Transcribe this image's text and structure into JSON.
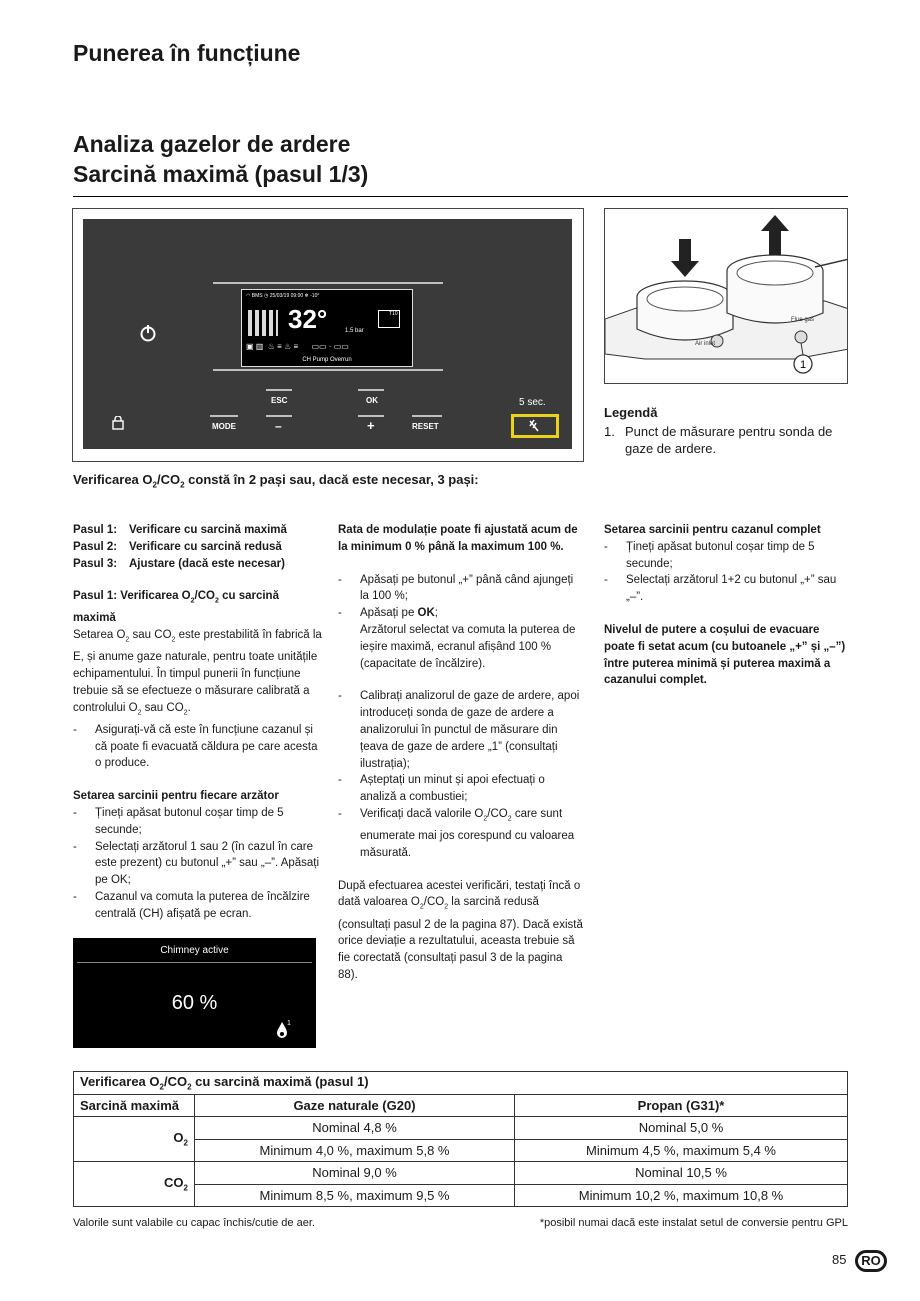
{
  "header": {
    "title": "Punerea în funcțiune"
  },
  "section": {
    "title_line1": "Analiza gazelor de ardere",
    "title_line2": "Sarcină maximă (pasul 1/3)"
  },
  "panel": {
    "lcd": {
      "status_top": "BMS",
      "datetime": "25/03/19 09:00",
      "outdoor": "-10°",
      "temp": "32°",
      "pressure": "1.5 bar",
      "code": "T10",
      "message": "CH Pump Overrun"
    },
    "buttons": {
      "mode": "MODE",
      "esc": "ESC",
      "minus": "–",
      "ok": "OK",
      "plus": "+",
      "reset": "RESET"
    },
    "hint": "5 sec."
  },
  "figure": {
    "callout": "1",
    "label_air": "Air inlet",
    "label_flue": "Flue gas"
  },
  "legend": {
    "title": "Legendă",
    "items": [
      "1.",
      "Punct de măsurare pentru sonda de gaze de ardere."
    ]
  },
  "verif_title": {
    "a": "Verificarea O",
    "b": "/CO",
    "c": " constă în 2 pași sau, dacă este necesar, 3 pași:"
  },
  "col1": {
    "steps": [
      {
        "k": "Pasul 1:",
        "v": "Verificare cu sarcină maximă"
      },
      {
        "k": "Pasul 2:",
        "v": "Verificare cu sarcină redusă"
      },
      {
        "k": "Pasul 3:",
        "v": "Ajustare (dacă este necesar)"
      }
    ],
    "p1_title": "Pasul 1: Verificarea O",
    "p1_title_mid": "/CO",
    "p1_title_end": " cu sarcină maximă",
    "p1_text_a": "Setarea O",
    "p1_text_b": " sau CO",
    "p1_text_c": " este prestabilită în fabrică la E, și anume gaze naturale, pentru toate unitățile echipamentului. În timpul punerii în funcțiune trebuie să se efectueze o măsurare calibrată a controlului O",
    "p1_text_d": " sau CO",
    "p1_bullet": "Asigurați-vă că este în funcțiune cazanul și că poate fi evacuată căldura pe care acesta o produce.",
    "burner_title": "Setarea sarcinii pentru fiecare arzător",
    "burner_items": [
      "Țineți apăsat butonul coșar timp de 5 secunde;",
      "Selectați arzătorul 1 sau 2 (în cazul în care este prezent) cu butonul „+” sau „–”. Apăsați pe OK;",
      "Cazanul va comuta la puterea de încălzire centrală (CH) afișată pe ecran."
    ]
  },
  "chimney": {
    "title": "Chimney active",
    "value": "60 %",
    "flame_index": "1"
  },
  "col2": {
    "intro": "Rata de modulație poate fi ajustată acum de la minimum 0 % până la maximum 100 %.",
    "b1": "Apăsați pe butonul „+” până când ajungeți la 100 %;",
    "b2a": "Apăsați pe ",
    "b2ok": "OK",
    "b2b": "Arzătorul selectat va comuta la puterea de ieșire maximă, ecranul afișând 100 % (capacitate de încălzire).",
    "b3": "Calibrați analizorul de gaze de ardere, apoi introduceți sonda de gaze de ardere a analizorului în punctul de măsurare din țeava de gaze de ardere „1” (consultați ilustrația);",
    "b4": "Așteptați un minut și apoi efectuați o analiză a combustiei;",
    "b5a": "Verificați dacă valorile O",
    "b5b": "/CO",
    "b5c": " care sunt enumerate mai jos corespund cu valoarea măsurată.",
    "outro_a": "După efectuarea acestei verificări, testați încă o dată valoarea O",
    "outro_b": "/CO",
    "outro_c": " la sarcină redusă (consultați pasul 2 de la pagina 87). Dacă există orice deviație a rezultatului, aceasta trebuie să fie corectată (consultați pasul 3 de la pagina 88)."
  },
  "col3": {
    "title": "Setarea sarcinii pentru cazanul complet",
    "items": [
      "Țineți apăsat butonul coșar timp de 5 secunde;",
      "Selectați arzătorul 1+2 cu butonul „+” sau „–”."
    ],
    "note": "Nivelul de putere a coșului de evacuare poate fi setat acum (cu butoanele „+” și „–”) între puterea minimă și puterea maximă a cazanului complet."
  },
  "table": {
    "title_a": "Verificarea O",
    "title_b": "/CO",
    "title_c": " cu sarcină maximă (pasul 1)",
    "headers": [
      "Sarcină maximă",
      "Gaze naturale (G20)",
      "Propan (G31)*"
    ],
    "o2": {
      "label": "O",
      "sub": "2",
      "r1": [
        "Nominal 4,8 %",
        "Nominal 5,0 %"
      ],
      "r2": [
        "Minimum 4,0 %, maximum 5,8 %",
        "Minimum 4,5 %, maximum 5,4 %"
      ]
    },
    "co2": {
      "label": "CO",
      "sub": "2",
      "r1": [
        "Nominal 9,0 %",
        "Nominal 10,5 %"
      ],
      "r2": [
        "Minimum 8,5 %, maximum 9,5 %",
        "Minimum 10,2 %, maximum 10,8 %"
      ]
    }
  },
  "footer": {
    "left": "Valorile sunt valabile cu capac închis/cutie de aer.",
    "right": "*posibil numai dacă este instalat setul de conversie pentru GPL",
    "page": "85",
    "lang": "RO"
  },
  "sub2": "2"
}
